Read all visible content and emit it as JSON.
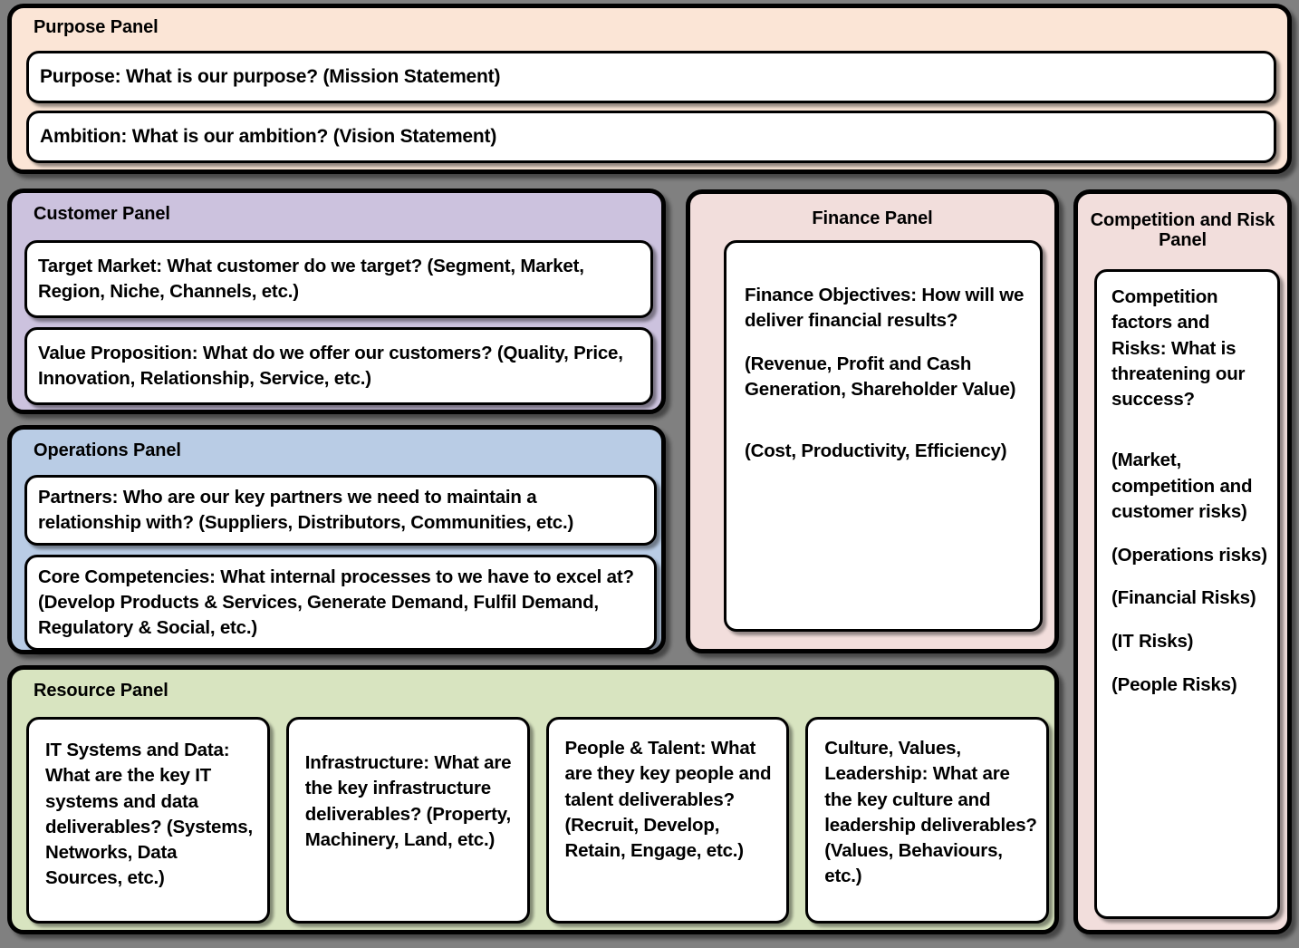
{
  "colors": {
    "background": "#808080",
    "purpose_panel": "#FBE5D6",
    "customer_panel": "#CCC2DE",
    "operations_panel": "#B9CCE5",
    "finance_panel": "#F2DEDC",
    "competition_panel": "#F2DEDC",
    "resource_panel": "#D8E4C0",
    "card": "#FFFFFF",
    "border": "#000000",
    "text": "#000000"
  },
  "purpose_panel": {
    "title": "Purpose Panel",
    "cards": [
      {
        "text": "Purpose: What is our purpose? (Mission Statement)"
      },
      {
        "text": "Ambition: What is our ambition? (Vision Statement)"
      }
    ]
  },
  "customer_panel": {
    "title": "Customer Panel",
    "cards": [
      {
        "text": "Target Market: What customer do we target? (Segment, Market, Region, Niche, Channels, etc.)"
      },
      {
        "text": "Value Proposition: What do we offer our customers? (Quality, Price, Innovation, Relationship, Service, etc.)"
      }
    ]
  },
  "operations_panel": {
    "title": "Operations Panel",
    "cards": [
      {
        "text": "Partners: Who are our key partners we need to maintain a relationship with? (Suppliers, Distributors, Communities, etc.)"
      },
      {
        "text": "Core Competencies: What internal processes to we have to excel at? (Develop Products & Services, Generate Demand, Fulfil Demand, Regulatory & Social, etc.)"
      }
    ]
  },
  "finance_panel": {
    "title": "Finance Panel",
    "card": {
      "lines": [
        "Finance Objectives: How will we deliver financial results?",
        "",
        "(Revenue, Profit and Cash Generation, Shareholder Value)",
        "",
        "",
        "(Cost, Productivity, Efficiency)"
      ]
    }
  },
  "competition_panel": {
    "title": "Competition and Risk Panel",
    "card": {
      "lines": [
        "Competition factors and Risks: What is threatening our success?",
        "",
        "",
        "(Market, competition and customer risks)",
        "",
        "(Operations risks)",
        "",
        "(Financial Risks)",
        "",
        "(IT Risks)",
        "",
        "(People Risks)"
      ]
    }
  },
  "resource_panel": {
    "title": "Resource Panel",
    "cards": [
      {
        "text": "IT Systems and Data: What are the key IT systems and data deliverables? (Systems, Networks, Data Sources, etc.)"
      },
      {
        "text": "Infrastructure: What are the key infrastructure deliverables? (Property, Machinery, Land, etc.)"
      },
      {
        "text": "People & Talent: What are they key people and talent deliverables? (Recruit, Develop, Retain, Engage, etc.)"
      },
      {
        "text": "Culture, Values, Leadership: What are the key culture and leadership deliverables? (Values, Behaviours, etc.)"
      }
    ]
  }
}
